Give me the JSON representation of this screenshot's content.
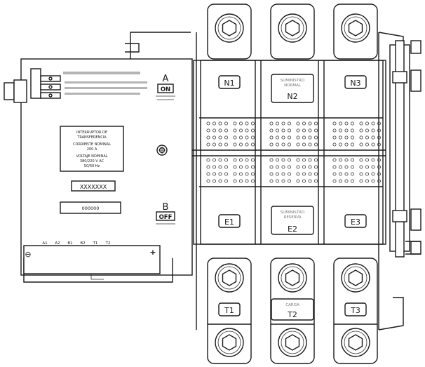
{
  "switch_state_labels": {
    "a_letter": "A",
    "a_state": "ON",
    "b_letter": "B",
    "b_state": "OFF"
  },
  "pole_labels": {
    "normal": [
      "N1",
      "N2",
      "N3"
    ],
    "emergency": [
      "E1",
      "E2",
      "E3"
    ],
    "load": [
      "T1",
      "T2",
      "T3"
    ]
  },
  "terminal_labels": [
    "A1",
    "A2",
    "B1",
    "B2",
    "T1",
    "T2"
  ],
  "terminal_polarity": {
    "left": "⊖",
    "right": "+"
  },
  "nameplate": {
    "line1": "INTERRUPTOR DE",
    "line2": "TRANSFERENCIA",
    "line3": "CORRIENTE NOMINAL",
    "line4": "200 A",
    "line5": "VOLTAJE NOMINAL",
    "line6": "380/220 V AC",
    "line7": "50/60 Hz"
  },
  "serial_label": "XXXXXXX",
  "model_label": "000000",
  "n2_caption": "SUMINISTRO NORMAL",
  "e2_caption": "SUMINISTRO RESERVA",
  "t2_caption": "CARGA"
}
